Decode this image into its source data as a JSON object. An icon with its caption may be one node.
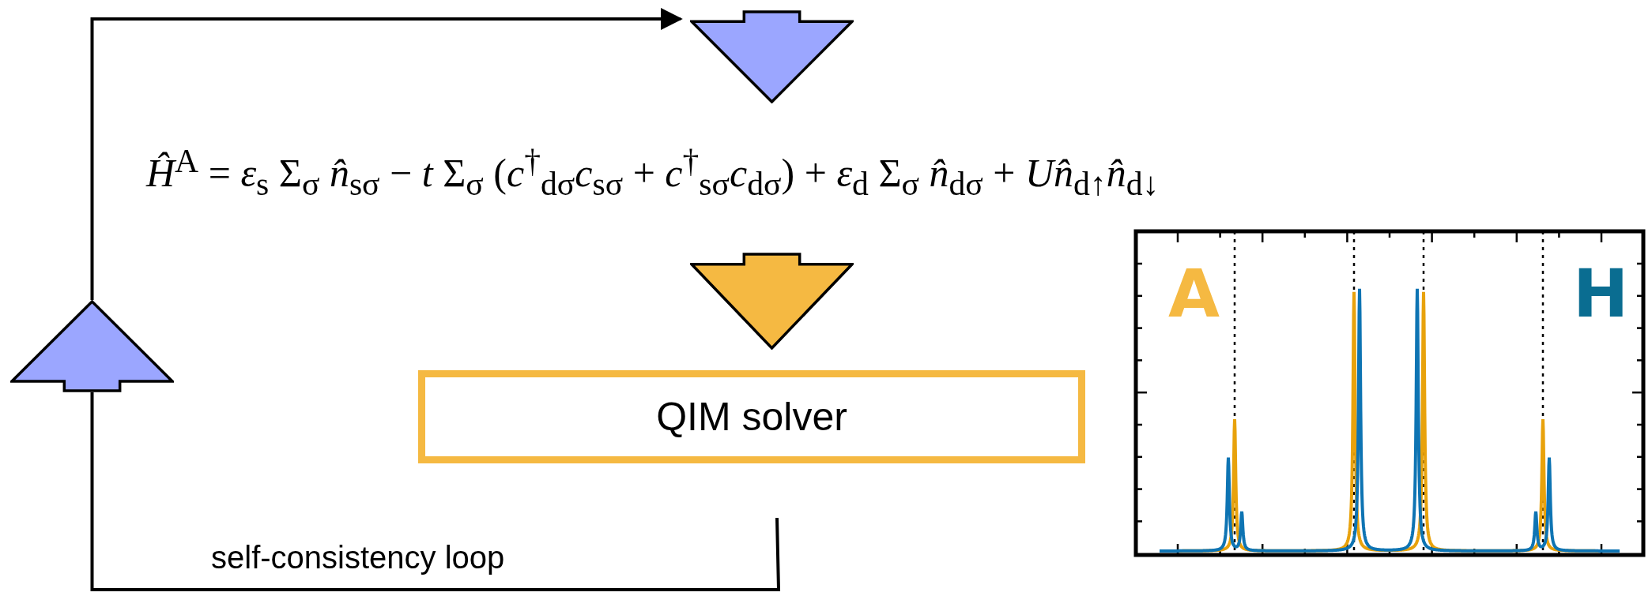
{
  "diagram": {
    "nodes": [
      {
        "text": [],
        "shape": "arrow"
      },
      {
        "text": [
          "*Ĥ*$^{A}$ = *ε*$_{s}$ Σ$_{σ}$ *n̂*$_{sσ}$ − *t* Σ$_{σ}$ (*c*$^{†}$$_{dσ}$*c*$_{sσ}$ + *c*$^{†}$$_{sσ}$*c*$_{dσ}$) + *ε*$_{d}$ Σ$_{σ}$ *n̂*$_{dσ}$ + *Un̂*$_{d↑}$*n̂*$_{d↓}$"
        ]
      },
      {
        "text": [],
        "shape": "arrow"
      },
      {
        "text": [],
        "shape": "arrow"
      },
      {
        "text": [
          "QIM solver"
        ]
      }
    ],
    "edges": [
      {
        "from": null,
        "to": 3,
        "arrow": "none",
        "label": "self-consistency loop"
      },
      {
        "from": 3,
        "to": 0,
        "arrow": "to"
      }
    ],
    "labels": [
      "A",
      "H"
    ]
  }
}
